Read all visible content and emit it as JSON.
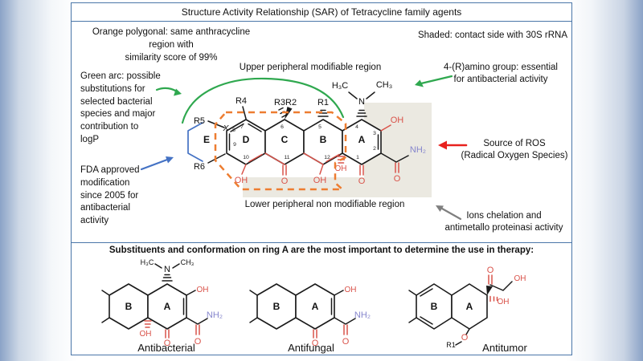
{
  "title": "Structure Activity Relationship (SAR) of Tetracycline family agents",
  "notes": {
    "orange_polygonal": [
      "Orange polygonal: same anthracycline region with",
      "similarity score of 99%"
    ],
    "shaded": "Shaded: contact side with 30S rRNA",
    "green_arc": [
      "Green arc: possible",
      "substitutions for",
      "selected bacterial",
      "species and major",
      "contribution to",
      "logP"
    ],
    "fda": [
      "FDA approved",
      "modification",
      "since 2005 for",
      "antibacterial",
      "activity"
    ],
    "amino_group": [
      "4-(R)amino group: essential",
      "for antibacterial activity"
    ],
    "ros": [
      "Source of ROS",
      "(Radical Oxygen Species)"
    ],
    "chelation": [
      "Ions chelation and",
      "antimetallo proteinasi activity"
    ],
    "upper_region": "Upper peripheral modifiable region",
    "lower_region": "Lower peripheral non modifiable region"
  },
  "molecule": {
    "ring_labels": {
      "E": "E",
      "D": "D",
      "C": "C",
      "B": "B",
      "A": "A"
    },
    "substituents": {
      "R1": "R1",
      "R32": "R3R2",
      "R4": "R4",
      "R5": "R5",
      "R6": "R6",
      "X": "X"
    },
    "positions": {
      "p1": "1",
      "p2": "2",
      "p3": "3",
      "p4": "4",
      "p5": "5",
      "p6": "6",
      "p7": "7",
      "p8": "8",
      "p9": "9",
      "p10": "10",
      "p11": "11",
      "p12": "12"
    },
    "atoms": {
      "oh": "OH",
      "o": "O",
      "nh2": "NH₂",
      "n": "N",
      "h3c": "H₃C",
      "ch3": "CH₃"
    }
  },
  "bottom": {
    "header": "Substituents and conformation on ring A are the most important to determine the use in therapy:",
    "labels": {
      "antibacterial": "Antibacterial",
      "antifungal": "Antifungal",
      "antitumor": "Antitumor"
    },
    "r1": "R1"
  },
  "colors": {
    "panel_border": "#4a76a8",
    "orange_dash": "#ed7d31",
    "green": "#2fa84f",
    "blue": "#4472c4",
    "red_arrow": "#e8211d",
    "gray_arrow": "#7f7f7f",
    "shaded_fill": "#ebe9e1",
    "atom_red": "#d9534a",
    "atom_blue": "#8585cc",
    "n_blue": "#4646c8"
  }
}
